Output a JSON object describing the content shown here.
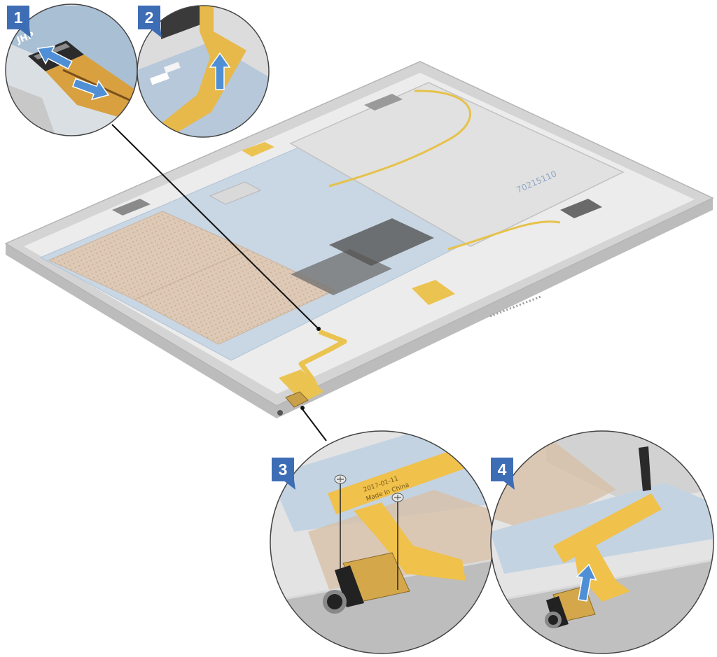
{
  "figure": {
    "steps": [
      {
        "number": "1"
      },
      {
        "number": "2"
      },
      {
        "number": "3"
      },
      {
        "number": "4"
      }
    ],
    "labels": {
      "connector": "JHP",
      "battery": "70215110",
      "flex_date": "2017-01-11",
      "flex_origin": "Made In China"
    }
  },
  "colors": {
    "step_badge": "#3d6db5",
    "arrow": "#4f8fd6",
    "flex_cable": "#f0c14b",
    "chassis": "#d4d4d4"
  },
  "icons": {
    "step_arrow": "direction-arrow-icon",
    "screw": "screw-icon"
  }
}
